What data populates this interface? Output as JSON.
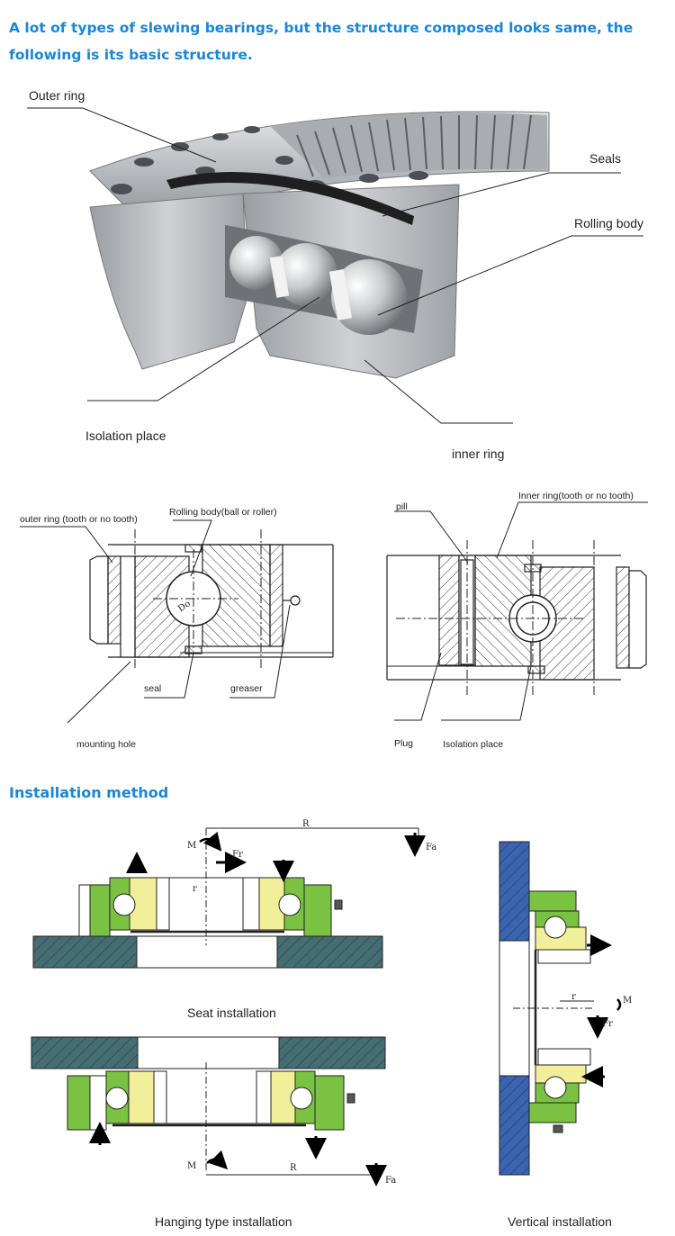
{
  "intro": "A lot of types of slewing bearings, but the structure composed looks same, the following is its basic structure.",
  "photo_labels": {
    "outer_ring": "Outer ring",
    "seals": "Seals",
    "rolling_body": "Rolling body",
    "isolation_place": "Isolation place",
    "inner_ring": "inner ring"
  },
  "left_section": {
    "outer_ring": "outer ring (tooth or no tooth)",
    "rolling_body": "Rolling body(ball or roller)",
    "do": "Do",
    "seal": "seal",
    "greaser": "greaser",
    "mounting_hole": "mounting hole"
  },
  "right_section": {
    "pill": "pill",
    "inner_ring": "Inner ring(tooth or no tooth)",
    "plug": "Plug",
    "isolation_place": "Isolation place"
  },
  "installation_heading": "Installation method",
  "seat": {
    "caption": "Seat installation",
    "R": "R",
    "M": "M",
    "Fr": "Fr",
    "Fa": "Fa",
    "r": "r"
  },
  "hanging": {
    "caption": "Hanging type installation",
    "M": "M",
    "R": "R",
    "Fa": "Fa"
  },
  "vertical": {
    "caption": "Vertical installation",
    "r": "r",
    "M": "M",
    "Fr": "Fr"
  },
  "colors": {
    "heading_blue": "#1a86d6",
    "ring_green": "#7cc242",
    "ring_yellow": "#f2ef9a",
    "plate_teal": "#456d72",
    "plate_blue": "#3a63b0"
  }
}
